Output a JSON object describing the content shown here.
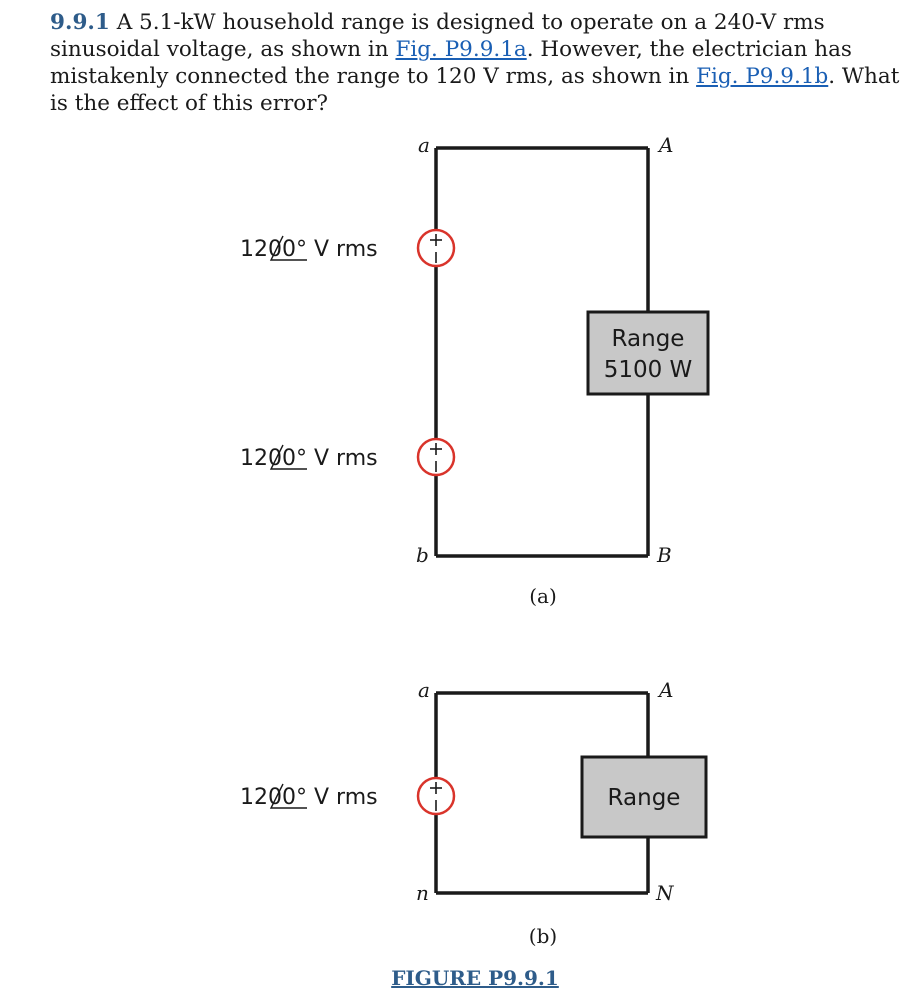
{
  "question": {
    "number": "9.9.1",
    "text_1": " A 5.1-kW household range is designed to operate on a 240-V rms sinusoidal voltage, as shown in ",
    "link_1": "Fig. P9.9.1a",
    "text_2": ". However, the electrician has mistakenly connected the range to 120 V rms, as shown in ",
    "link_2": "Fig. P9.9.1b",
    "text_3": ". What is the effect of this error?"
  },
  "figure_a": {
    "node_top_left": "a",
    "node_top_right": "A",
    "node_bottom_left": "b",
    "node_bottom_right": "B",
    "source_1": {
      "magnitude": "120",
      "angle": "0°",
      "unit": " V rms"
    },
    "source_2": {
      "magnitude": "120",
      "angle": "0°",
      "unit": " V rms"
    },
    "load_line_1": "Range",
    "load_line_2": "5100 W",
    "caption": "(a)"
  },
  "figure_b": {
    "node_top_left": "a",
    "node_top_right": "A",
    "node_bottom_left": "n",
    "node_bottom_right": "N",
    "source_1": {
      "magnitude": "120",
      "angle": "0°",
      "unit": " V rms"
    },
    "load_line_1": "Range",
    "caption": "(b)"
  },
  "figure_caption": "FIGURE P9.9.1",
  "colors": {
    "question_number": "#2e5c8a",
    "link": "#1a5fb4",
    "source_outline": "#d9342b",
    "load_fill": "#c8c8c8"
  }
}
